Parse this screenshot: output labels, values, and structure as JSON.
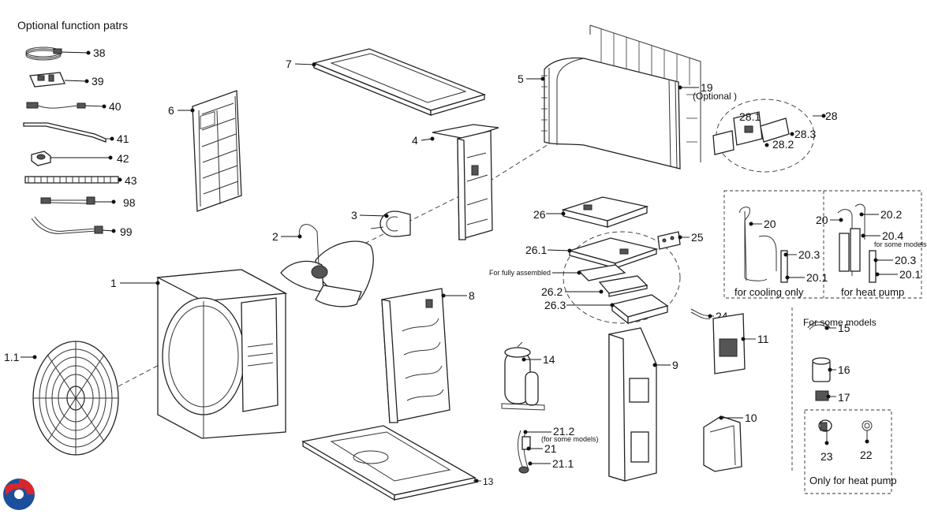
{
  "heading": "Optional function patrs",
  "optional_parts": [
    "38",
    "39",
    "40",
    "41",
    "42",
    "43",
    "98",
    "99"
  ],
  "callouts": {
    "c1": "1",
    "c1_1": "1.1",
    "c2": "2",
    "c3": "3",
    "c4": "4",
    "c5": "5",
    "c6": "6",
    "c7": "7",
    "c8": "8",
    "c9": "9",
    "c10": "10",
    "c11": "11",
    "c13": "13",
    "c14": "14",
    "c15": "15",
    "c16": "16",
    "c17": "17",
    "c19": "19",
    "c19_note": "(Optional )",
    "c20a": "20",
    "c20b": "20",
    "c20_1a": "20.1",
    "c20_1b": "20.1",
    "c20_2": "20.2",
    "c20_3a": "20.3",
    "c20_3b": "20.3",
    "c20_4": "20.4",
    "c20_4_note": "for some models",
    "c21": "21",
    "c21_1": "21.1",
    "c21_2": "21.2",
    "c21_2_note": "(for some models)",
    "c22": "22",
    "c23": "23",
    "c24": "24",
    "c25": "25",
    "c26": "26",
    "c26_1": "26.1",
    "c26_2": "26.2",
    "c26_3": "26.3",
    "c26_note": "For fully  assembled",
    "c28": "28",
    "c28_1": "28.1",
    "c28_2": "28.2",
    "c28_3": "28.3"
  },
  "groups": {
    "cooling_only": "for cooling only",
    "heat_pump": "for heat pump",
    "some_models": "For some models",
    "heat_pump_only": "Only for heat pump"
  },
  "logo": {
    "colors": [
      "#d8262e",
      "#1b4f9c"
    ]
  }
}
